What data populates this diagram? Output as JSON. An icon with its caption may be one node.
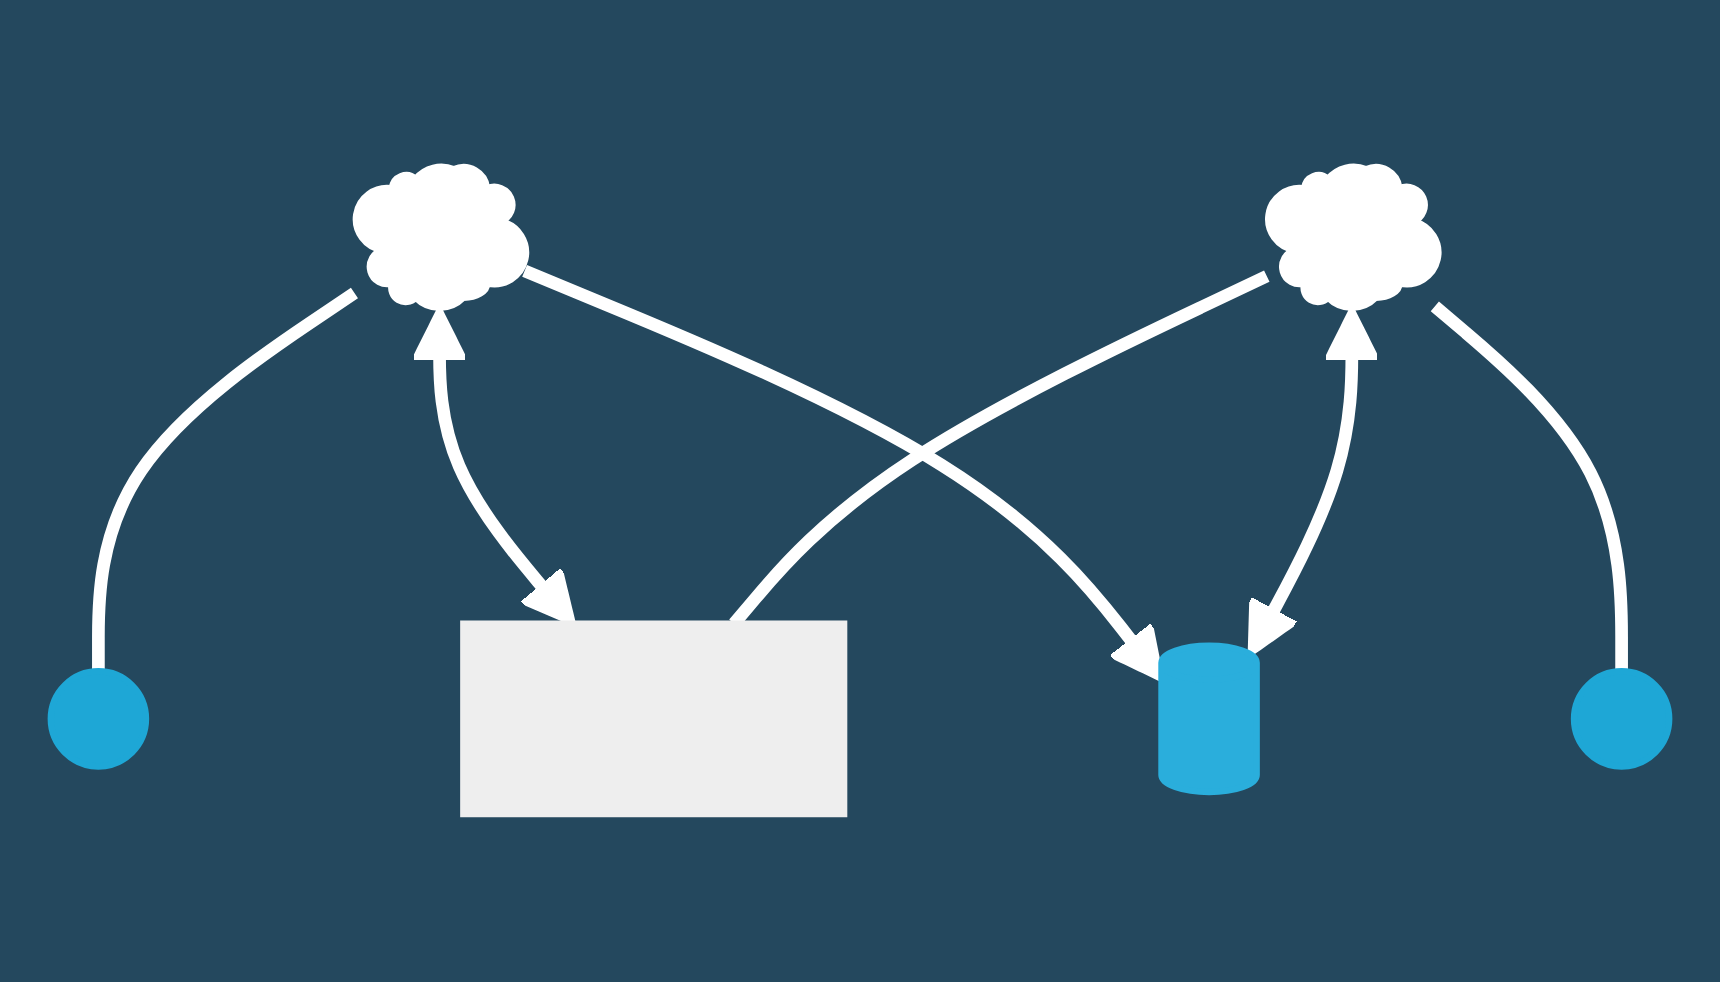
{
  "diagram": {
    "nodes": [
      {
        "text": [],
        "shape": "cloud"
      },
      {
        "text": [],
        "shape": "cloud"
      },
      {
        "text": [],
        "shape": "circle"
      },
      {
        "text": [],
        "shape": "box"
      },
      {
        "text": [],
        "shape": "cylinder"
      },
      {
        "text": [],
        "shape": "circle"
      }
    ],
    "edges": [
      {
        "from": 0,
        "to": 2,
        "arrow": "none"
      },
      {
        "from": 0,
        "to": 3,
        "arrow": "both"
      },
      {
        "from": 0,
        "to": 4,
        "arrow": "to"
      },
      {
        "from": 1,
        "to": 3,
        "arrow": "none"
      },
      {
        "from": 1,
        "to": 4,
        "arrow": "both"
      },
      {
        "from": 1,
        "to": 5,
        "arrow": "none"
      }
    ]
  }
}
